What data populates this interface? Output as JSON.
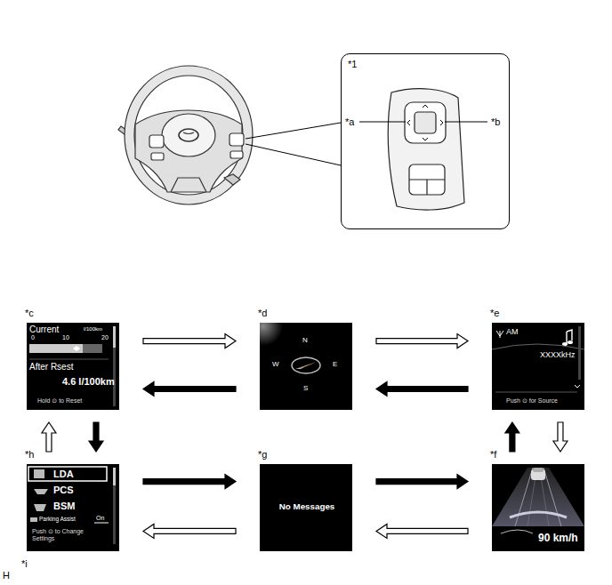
{
  "diagram": {
    "nodes": [
      {
        "text": [
          "*1",
          "*a",
          "*b"
        ]
      },
      {
        "text": [
          "*c",
          "Current",
          "l/100km",
          "0",
          "10",
          "20",
          "After Rsest",
          "4.6 l/100km",
          "Hold ⊙ to Reset"
        ]
      },
      {
        "text": [
          "*d",
          "N",
          "W",
          "E",
          "S"
        ]
      },
      {
        "text": [
          "*e",
          "AM",
          "XXXXkHz",
          "Push ⊙ for Source"
        ]
      },
      {
        "text": [
          "*h",
          "LDA",
          "PCS",
          "BSM",
          "Parking Assist",
          "On",
          "Push ⊙ to Change Settings"
        ]
      },
      {
        "text": [
          "*g",
          "No Messages"
        ]
      },
      {
        "text": [
          "*f",
          "90 km/h"
        ]
      }
    ],
    "edges": [
      {
        "from": 1,
        "to": 2,
        "arrow": "to"
      },
      {
        "from": 2,
        "to": 1,
        "arrow": "to"
      },
      {
        "from": 2,
        "to": 3,
        "arrow": "to"
      },
      {
        "from": 3,
        "to": 2,
        "arrow": "to"
      },
      {
        "from": 3,
        "to": 6,
        "arrow": "to"
      },
      {
        "from": 6,
        "to": 3,
        "arrow": "to"
      },
      {
        "from": 6,
        "to": 5,
        "arrow": "to"
      },
      {
        "from": 5,
        "to": 6,
        "arrow": "to"
      },
      {
        "from": 5,
        "to": 4,
        "arrow": "to"
      },
      {
        "from": 4,
        "to": 5,
        "arrow": "to"
      },
      {
        "from": 1,
        "to": 4,
        "arrow": "to"
      },
      {
        "from": 4,
        "to": 1,
        "arrow": "to"
      }
    ],
    "labels": [
      "H",
      "*i"
    ]
  }
}
